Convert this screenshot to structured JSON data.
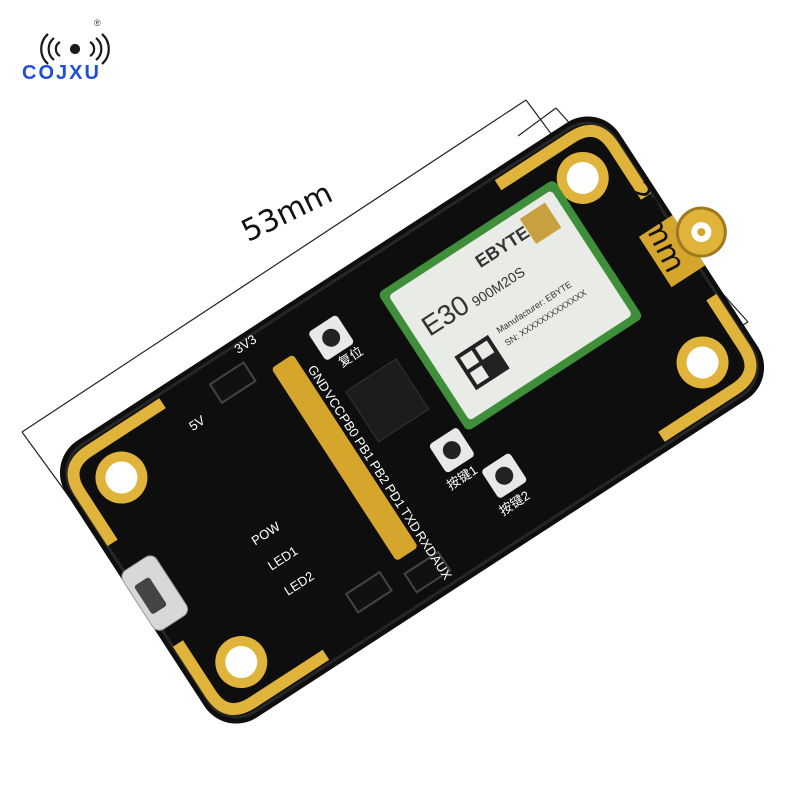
{
  "brand": {
    "name": "COJXU",
    "registered_mark": "®"
  },
  "dimensions": {
    "length": "53mm",
    "width": "27mm"
  },
  "module": {
    "model": "E30",
    "variant": "900M20S",
    "brand": "EBYTE",
    "manufacturer_line": "Manufacturer: EBYTE",
    "serial_line": "SN: XXXXXXXXXXXXX"
  },
  "pin_labels": [
    "GND",
    "VCC",
    "PB0",
    "PB1",
    "PB2",
    "PD1",
    "TXD",
    "RXD",
    "AUX"
  ],
  "jumper_labels": [
    "5V",
    "3V3"
  ],
  "led_labels": [
    "POW",
    "LED1",
    "LED2"
  ],
  "buttons": {
    "reset": "复位",
    "key1": "按键1",
    "key2": "按键2"
  },
  "colors": {
    "board": "#0d0d0d",
    "gold": "#e0b43a",
    "module": "#3f8f3a",
    "module_shield": "#e9ece6",
    "brand_blue": "#1f4fd6"
  }
}
